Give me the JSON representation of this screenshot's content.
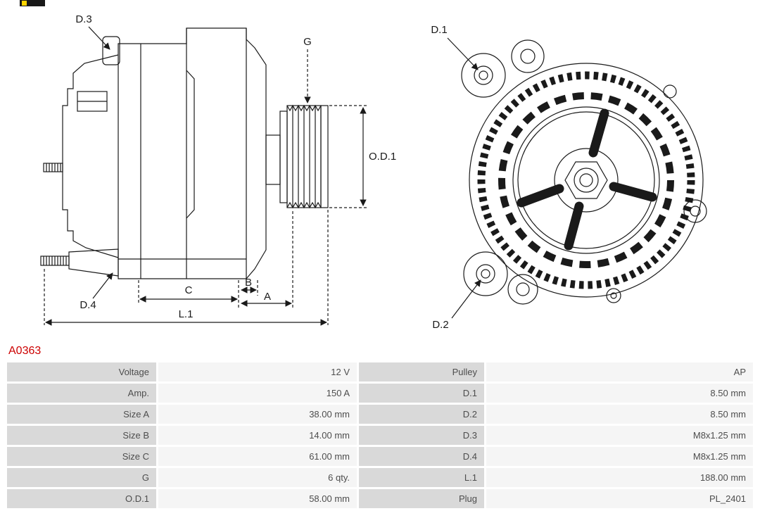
{
  "part_number": "A0363",
  "diagram": {
    "labels": {
      "d3": "D.3",
      "g": "G",
      "od1": "O.D.1",
      "d4": "D.4",
      "c": "C",
      "b": "B",
      "a": "A",
      "l1": "L.1",
      "d1": "D.1",
      "d2": "D.2"
    }
  },
  "spec_table": {
    "rows": [
      {
        "label_left": "Voltage",
        "value_left": "12 V",
        "label_right": "Pulley",
        "value_right": "AP"
      },
      {
        "label_left": "Amp.",
        "value_left": "150 A",
        "label_right": "D.1",
        "value_right": "8.50 mm"
      },
      {
        "label_left": "Size A",
        "value_left": "38.00 mm",
        "label_right": "D.2",
        "value_right": "8.50 mm"
      },
      {
        "label_left": "Size B",
        "value_left": "14.00 mm",
        "label_right": "D.3",
        "value_right": "M8x1.25 mm"
      },
      {
        "label_left": "Size C",
        "value_left": "61.00 mm",
        "label_right": "D.4",
        "value_right": "M8x1.25 mm"
      },
      {
        "label_left": "G",
        "value_left": "6 qty.",
        "label_right": "L.1",
        "value_right": "188.00 mm"
      },
      {
        "label_left": "O.D.1",
        "value_left": "58.00 mm",
        "label_right": "Plug",
        "value_right": "PL_2401"
      }
    ]
  },
  "colors": {
    "part_number": "#cc0000",
    "label_cell_bg": "#d9d9d9",
    "value_cell_bg": "#f5f5f5",
    "diagram_line": "#1a1a1a",
    "logo_black": "#181818",
    "logo_yellow": "#ffd400"
  }
}
